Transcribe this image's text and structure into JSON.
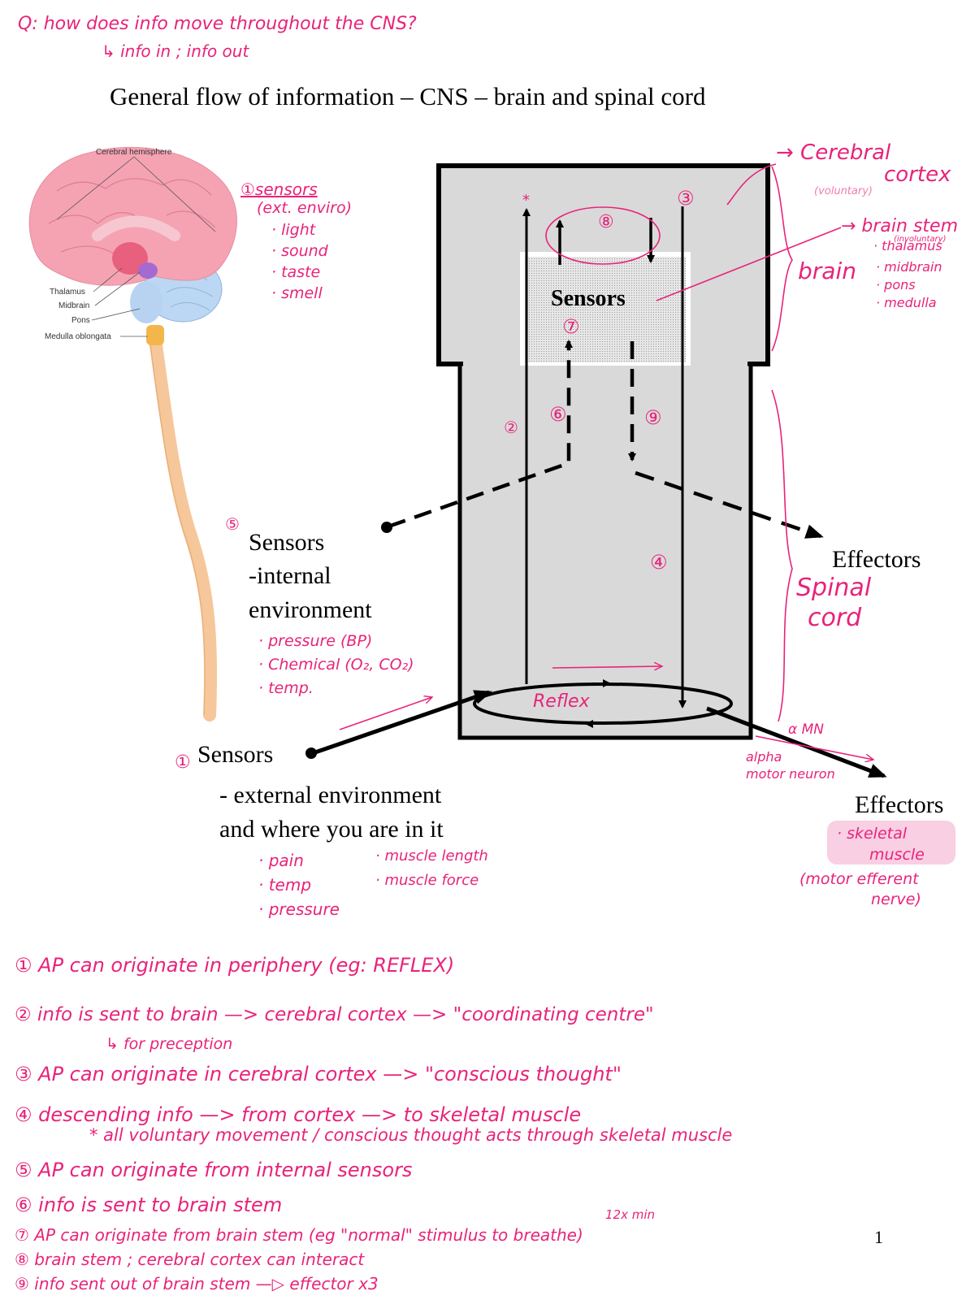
{
  "question": {
    "line1": "Q: how does info move throughout the CNS?",
    "line2": "↳ info in ; info out"
  },
  "title": "General flow of information – CNS – brain and spinal cord",
  "anatomy": {
    "cerebral_hemisphere": "Cerebral hemisphere",
    "thalamus": "Thalamus",
    "midbrain": "Midbrain",
    "pons": "Pons",
    "medulla": "Medulla oblongata"
  },
  "diagram": {
    "brainstem_sensors": "Sensors",
    "reflex": "Reflex",
    "sensors_internal": [
      "Sensors",
      "-internal",
      "environment"
    ],
    "effectors_top": "Effectors",
    "sensors_external": "Sensors",
    "external_desc": [
      "- external environment",
      "and where you are in it"
    ],
    "effectors_bottom": "Effectors"
  },
  "annotations": {
    "sensors_ext_header": "①sensors",
    "sensors_ext_list": [
      "(ext. enviro)",
      "· light",
      "· sound",
      "· taste",
      "· smell"
    ],
    "cerebral_cortex": [
      "→ Cerebral",
      "cortex"
    ],
    "voluntary": "(voluntary)",
    "brain_stem": "→ brain stem",
    "involuntary": "(involuntary)",
    "brainstem_parts": [
      "· thalamus",
      "· midbrain",
      "· pons",
      "· medulla"
    ],
    "brain": "brain",
    "spinal_cord": [
      "Spinal",
      "cord"
    ],
    "internal_list": [
      "· pressure (BP)",
      "· Chemical (O₂, CO₂)",
      "· temp."
    ],
    "external_list_left": [
      "· pain",
      "· temp",
      "· pressure"
    ],
    "external_list_right": [
      "· muscle length",
      "· muscle force"
    ],
    "alpha_mn": "α MN",
    "alpha_motor_neuron": [
      "alpha",
      "motor neuron"
    ],
    "skeletal_muscle": [
      "· skeletal",
      "muscle"
    ],
    "motor_efferent": [
      "(motor efferent",
      "nerve)"
    ],
    "num5": "⑤",
    "num1": "①",
    "num2": "②",
    "num3": "③",
    "num4": "④",
    "num6": "⑥",
    "num7": "⑦",
    "num8": "⑧",
    "num9": "⑨",
    "star": "*"
  },
  "notes": [
    "① AP can originate in periphery (eg: REFLEX)",
    "② info is sent to brain —> cerebral cortex —> \"coordinating centre\"",
    "↳ for preception",
    "③ AP can originate in cerebral cortex —> \"conscious thought\"",
    "④ descending info —> from cortex —> to skeletal muscle",
    "* all voluntary movement / conscious thought acts through skeletal muscle",
    "⑤ AP can originate from internal sensors",
    "⑥ info is sent to brain stem",
    "⑦ AP can originate from brain stem (eg \"normal\" stimulus to breathe)",
    "⑧ brain stem ; cerebral cortex can interact",
    "⑨ info sent out of brain stem —▷ effector x3"
  ],
  "rate_note": "12x min",
  "page_number": "1"
}
